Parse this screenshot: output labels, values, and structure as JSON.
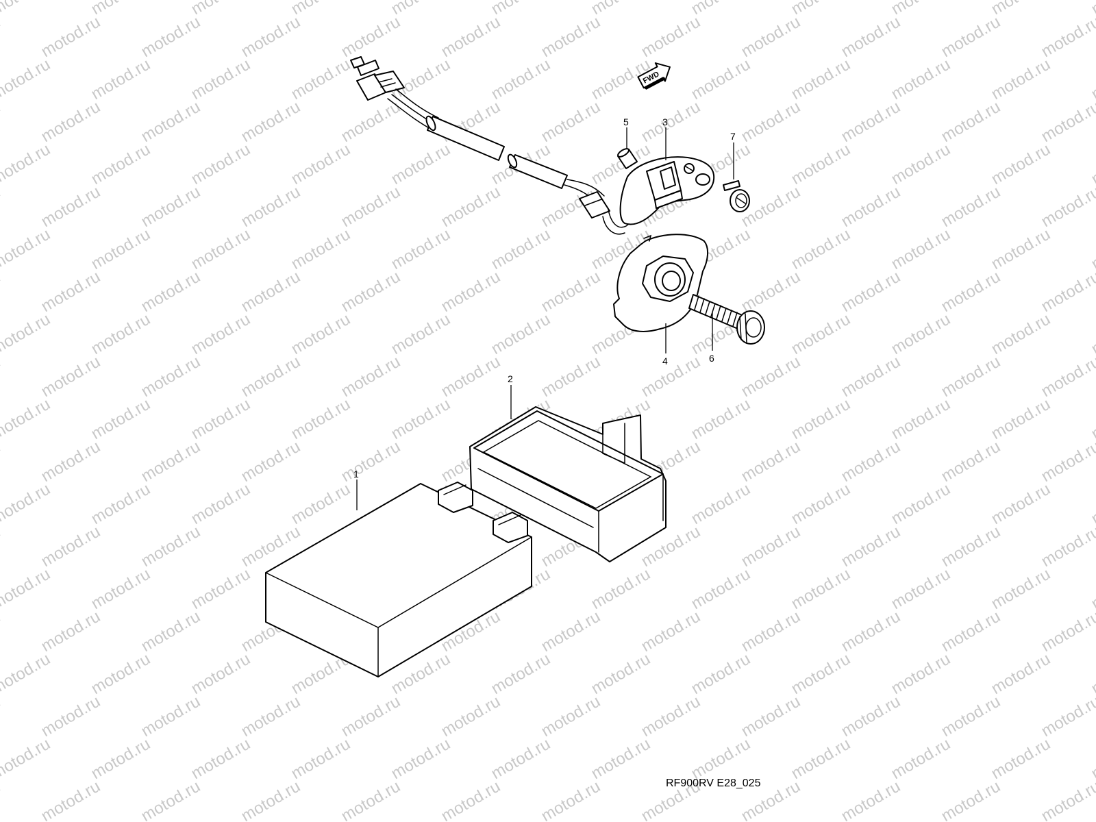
{
  "watermark": {
    "text": "motod.ru"
  },
  "fwd_arrow": {
    "label": "FWD"
  },
  "callouts": [
    {
      "id": "1",
      "label": "1"
    },
    {
      "id": "2",
      "label": "2"
    },
    {
      "id": "3",
      "label": "3"
    },
    {
      "id": "4",
      "label": "4"
    },
    {
      "id": "5",
      "label": "5"
    },
    {
      "id": "6",
      "label": "6"
    },
    {
      "id": "7",
      "label": "7"
    }
  ],
  "diagram_code": "RF900RV E28_025"
}
